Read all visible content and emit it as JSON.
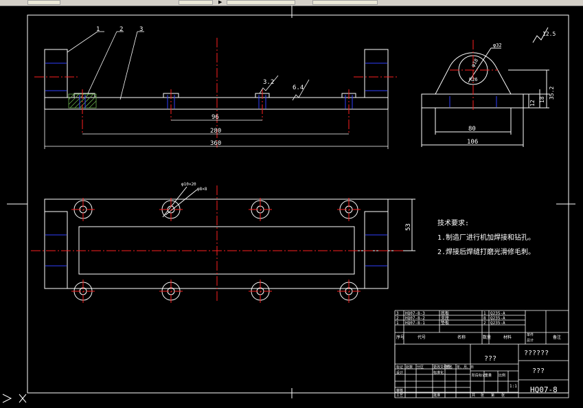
{
  "app": {
    "toolbar_combo_1": "",
    "toolbar_combo_2": "",
    "toolbar_combo_3": ""
  },
  "drawing": {
    "balloons": [
      "1",
      "2",
      "3"
    ],
    "roughness": [
      "3.2",
      "6.4"
    ],
    "front_dims": [
      "96",
      "280",
      "360"
    ],
    "side_dims": [
      "12.5",
      "φ32",
      "φ18",
      "R26",
      "12",
      "18",
      "35.2",
      "80",
      "106"
    ],
    "plan_dims": [
      "φ10×20",
      "φ8×8",
      "53"
    ],
    "tech_req": {
      "title": "技术要求:",
      "lines": [
        "1.制造厂进行机加焊接和钻孔。",
        "2.焊接后焊缝打磨光滑修毛刺。"
      ]
    },
    "bom": {
      "rows": [
        {
          "no": "3",
          "code": "HQ07-8-3",
          "name": "底板",
          "qty": "1",
          "material": "Q235-A"
        },
        {
          "no": "2",
          "code": "HQ07-8-2",
          "name": "支座",
          "qty": "8",
          "material": "Q235-A"
        },
        {
          "no": "1",
          "code": "HQ07-8-1",
          "name": "垫板",
          "qty": "2",
          "material": "Q235-A"
        }
      ],
      "headers": [
        "序号",
        "代号",
        "名称",
        "数量",
        "材料",
        "单件",
        "总计",
        "备注"
      ]
    },
    "title_block": {
      "name_1": "???",
      "name_2": "??????",
      "name_3": "???",
      "drawing_no": "HQ07-8",
      "scale": "1:1",
      "labels": [
        "标记",
        "处数",
        "分区",
        "更改文件号",
        "签名",
        "年、月、日",
        "设计",
        "标准化",
        "阶段标记",
        "重量",
        "比例",
        "审核",
        "工艺",
        "批准",
        "共",
        "张",
        "第",
        "张"
      ]
    }
  },
  "colors": {
    "outline": "#ffffff",
    "center": "#ff2020",
    "hidden": "#3040ff",
    "hatch": "#6ab04c"
  }
}
